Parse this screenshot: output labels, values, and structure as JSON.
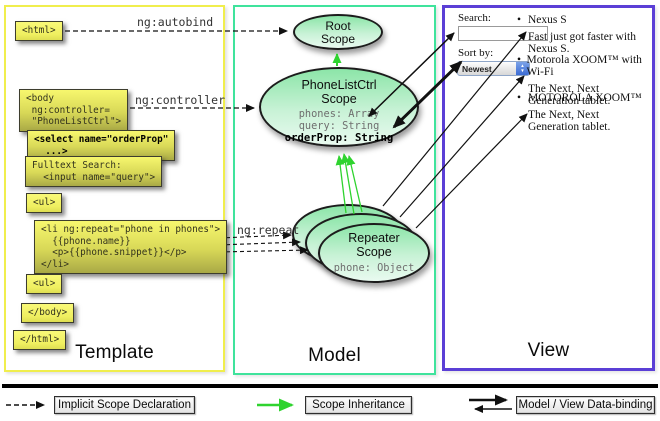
{
  "panels": {
    "template": {
      "label": "Template"
    },
    "model": {
      "label": "Model"
    },
    "view": {
      "label": "View"
    }
  },
  "template": {
    "labels": {
      "ng_autobind": "ng:autobind",
      "ng_controller": "ng:controller",
      "ng_repeat": "ng:repeat"
    },
    "boxes": {
      "html_open": "<html>",
      "body_open": "<body\n ng:controller=\n \"PhoneListCtrl\">",
      "select_tag": "<select name=\"orderProp\"\n  ...>",
      "fulltext": "Fulltext Search:\n  <input name=\"query\">",
      "ul_open": "<ul>",
      "li_repeat": "<li ng:repeat=\"phone in phones\">\n  {{phone.name}}\n  <p>{{phone.snippet}}</p>\n</li>",
      "ul_close": "<ul>",
      "body_close": "</body>",
      "html_close": "</html>"
    }
  },
  "model": {
    "root_scope": {
      "title": "Root\nScope"
    },
    "phonelist_scope": {
      "title": "PhoneListCtrl\nScope",
      "props": [
        "phones: Array",
        "query: String"
      ],
      "prop_bold": "orderProp: String"
    },
    "repeater_scope": {
      "title": "Repeater\nScope",
      "prop": "phone: Object"
    }
  },
  "view": {
    "search_label": "Search:",
    "search_value": "",
    "sort_label": "Sort by:",
    "sort_value": "Newest",
    "bullet": "•",
    "items": [
      {
        "title": "Nexus S",
        "desc": "Fast just got faster with Nexus S."
      },
      {
        "title": "Motorola XOOM™ with Wi-Fi",
        "desc": "The Next, Next Generation tablet."
      },
      {
        "title": "MOTOROLA XOOM™",
        "desc": "The Next, Next Generation tablet."
      }
    ]
  },
  "legend": {
    "implicit": "Implicit Scope Declaration",
    "inheritance": "Scope Inheritance",
    "binding": "Model / View Data-binding"
  },
  "colors": {
    "template_border": "#f0ee4d",
    "model_border": "#3fe39c",
    "view_border": "#5b3fd6",
    "arrow_green": "#2fd32f",
    "arrow_black": "#111111",
    "box_yellow": "#f6f668",
    "scope_fill_top": "#8ce5a8",
    "scope_fill_bottom": "#e9faf0"
  }
}
